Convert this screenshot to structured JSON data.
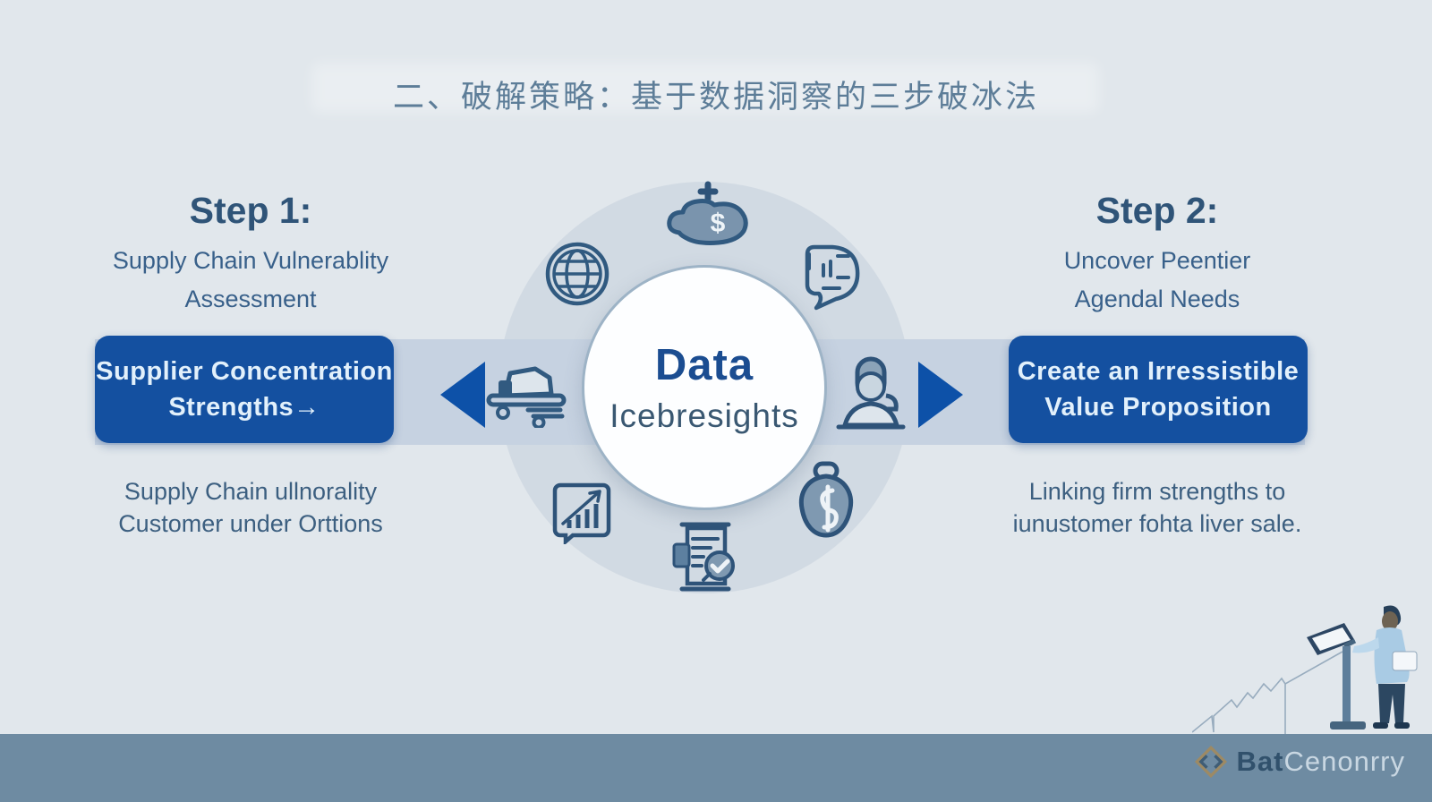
{
  "title": "二、破解策略：基于数据洞察的三步破冰法",
  "center": {
    "line1": "Data",
    "line2": "Icebresights"
  },
  "steps": {
    "left": {
      "heading": "Step 1:",
      "subtitle_line1": "Supply Chain Vulnerablity",
      "subtitle_line2": "Assessment",
      "box_line1": "Supplier Concentration",
      "box_line2": "Strengths→",
      "caption_line1": "Supply Chain ullnorality",
      "caption_line2": "Customer under Orttions"
    },
    "right": {
      "heading": "Step 2:",
      "subtitle_line1": "Uncover Peentier",
      "subtitle_line2": "Agendal Needs",
      "box_line1": "Create an Irressistible",
      "box_line2": "Value Proposition",
      "caption_line1": "Linking firm strengths to",
      "caption_line2": "iunustomer fohta liver sale."
    }
  },
  "icons": {
    "money_symbol": "$",
    "ring": [
      "money-bag-icon",
      "globe-icon",
      "market-report-icon",
      "delivery-truck-icon",
      "speaker-person-icon",
      "growth-chart-icon",
      "lightbulb-dollar-icon",
      "approved-checklist-icon"
    ],
    "arrows": [
      "arrow-left-icon",
      "arrow-right-icon"
    ],
    "logo": "brand-diamond-icon"
  },
  "footer": {
    "brand_prefix": "Bat",
    "brand_suffix": "Cenonrry"
  },
  "colors": {
    "background": "#e1e7ec",
    "band": "#c6d2e1",
    "accent_box": "#1450a0",
    "arrow": "#0d51a8",
    "step_heading": "#2f5478",
    "body_text": "#3c5f80",
    "center_title": "#1b4d91",
    "center_subtitle": "#3a5872",
    "footer_band": "#6e8ba2",
    "icon_stroke": "#315a80",
    "logo_gold": "#9d8a64"
  }
}
